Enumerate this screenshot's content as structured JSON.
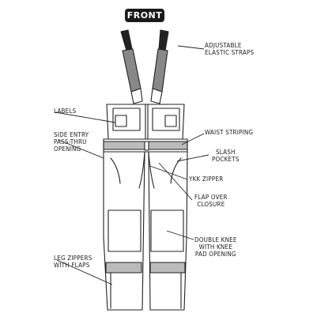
{
  "diagram": {
    "title": "FRONT",
    "callouts": [
      {
        "id": "straps",
        "lines": [
          "ADJUSTABLE",
          "ELASTIC STRAPS"
        ]
      },
      {
        "id": "labels",
        "lines": [
          "LABELS"
        ]
      },
      {
        "id": "side",
        "lines": [
          "SIDE ENTRY",
          "PASS-THRU",
          "OPENING"
        ]
      },
      {
        "id": "waist",
        "lines": [
          "WAIST STRIPING"
        ]
      },
      {
        "id": "slash",
        "lines": [
          "SLASH",
          "POCKETS"
        ]
      },
      {
        "id": "ykk",
        "lines": [
          "YKK ZIPPER"
        ]
      },
      {
        "id": "flap",
        "lines": [
          "FLAP OVER",
          "CLOSURE"
        ]
      },
      {
        "id": "knee",
        "lines": [
          "DOUBLE KNEE",
          "WITH KNEE",
          "PAD OPENING"
        ]
      },
      {
        "id": "leg",
        "lines": [
          "LEG ZIPPERS",
          "WITH FLAPS"
        ]
      }
    ]
  }
}
